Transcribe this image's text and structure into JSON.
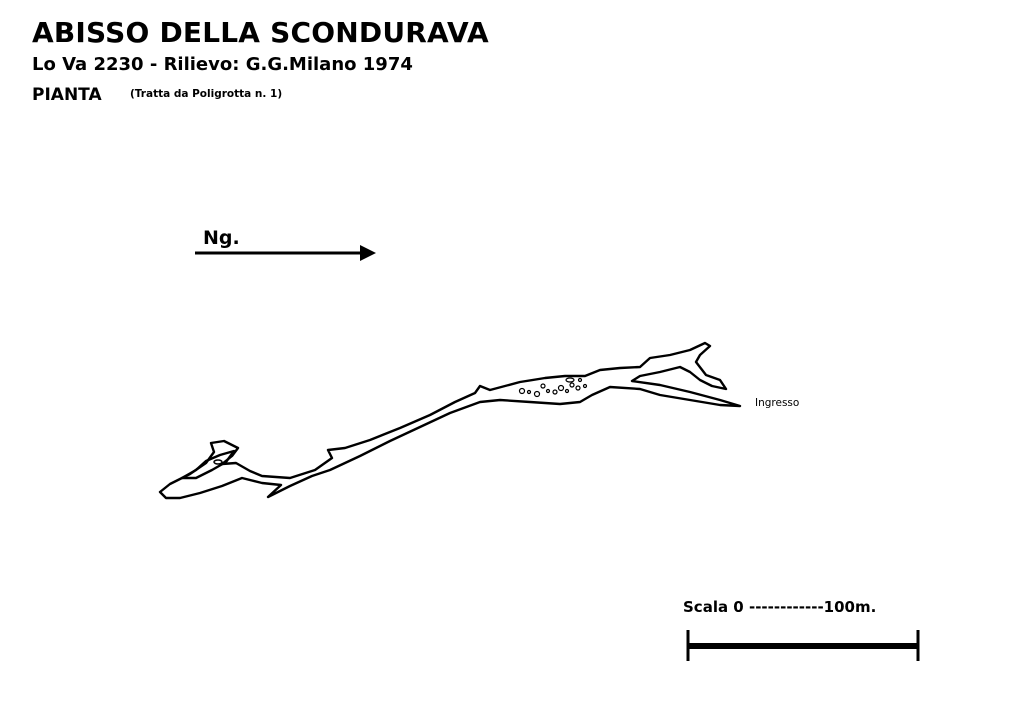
{
  "header": {
    "title": "ABISSO DELLA SCONDURAVA",
    "subtitle": "Lo Va 2230 - Rilievo: G.G.Milano 1974",
    "view": "PIANTA",
    "source": "(Tratta da Poligrotta n. 1)"
  },
  "map": {
    "north_label": "Ng.",
    "entrance_label": "Ingresso",
    "line_color": "#000000"
  },
  "scale": {
    "label": "Scala 0 ------------100m.",
    "length_m": 100
  }
}
